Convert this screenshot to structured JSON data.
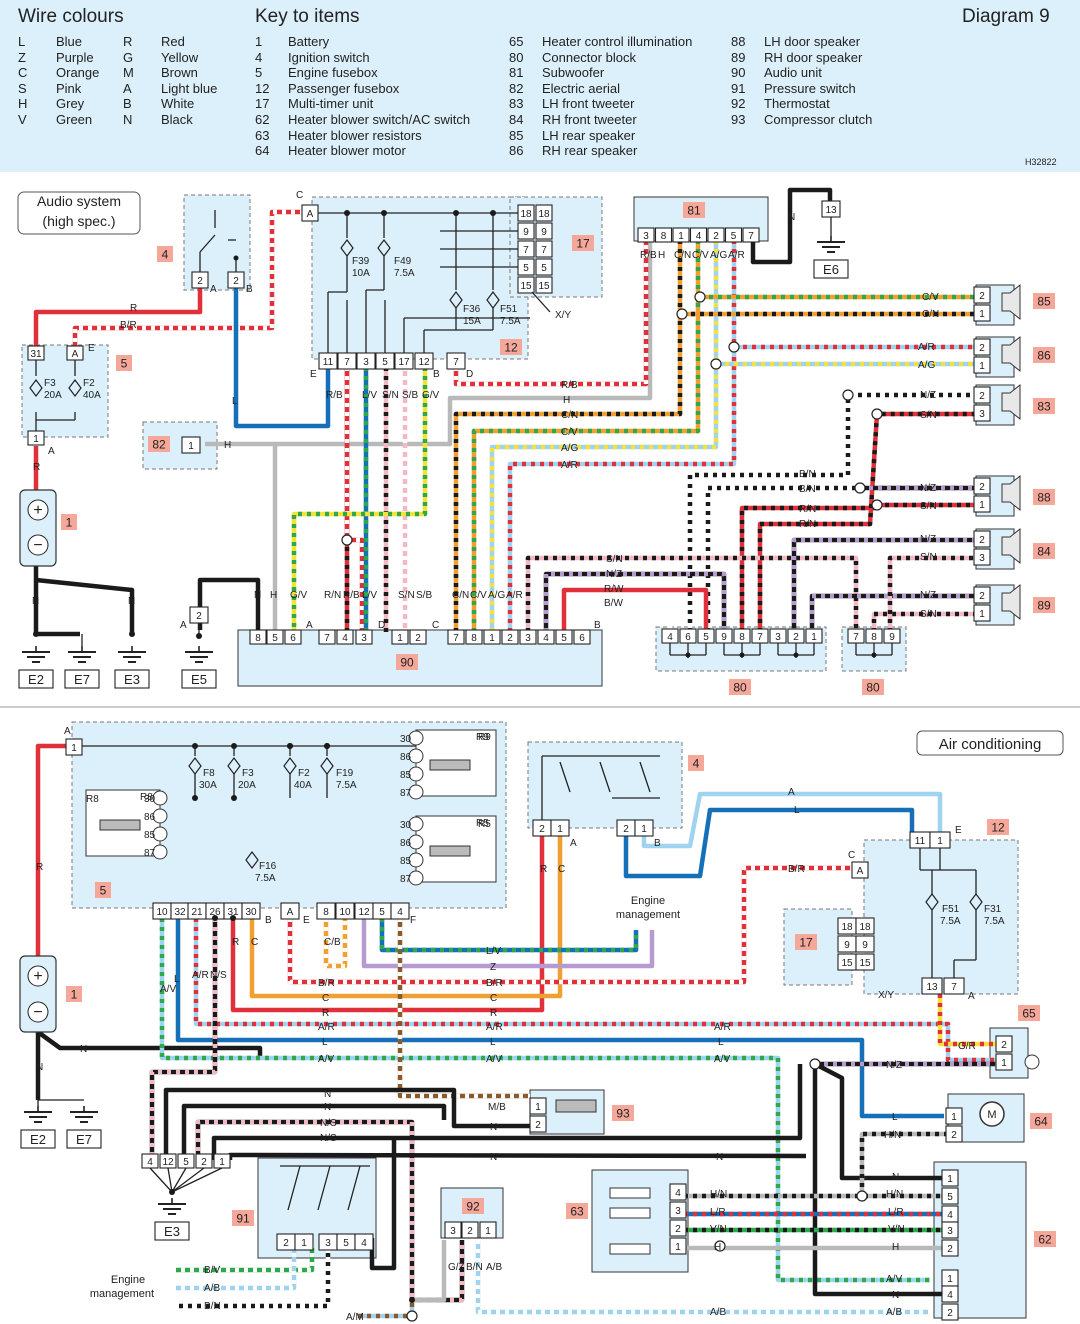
{
  "header": {
    "wire_colours_title": "Wire colours",
    "key_title": "Key to items",
    "diagram_title": "Diagram 9",
    "ref_code": "H32822",
    "wire_colours": [
      {
        "code": "L",
        "name": "Blue"
      },
      {
        "code": "R",
        "name": "Red"
      },
      {
        "code": "Z",
        "name": "Purple"
      },
      {
        "code": "G",
        "name": "Yellow"
      },
      {
        "code": "C",
        "name": "Orange"
      },
      {
        "code": "M",
        "name": "Brown"
      },
      {
        "code": "S",
        "name": "Pink"
      },
      {
        "code": "A",
        "name": "Light blue"
      },
      {
        "code": "H",
        "name": "Grey"
      },
      {
        "code": "B",
        "name": "White"
      },
      {
        "code": "V",
        "name": "Green"
      },
      {
        "code": "N",
        "name": "Black"
      }
    ],
    "key_items": [
      {
        "num": "1",
        "name": "Battery"
      },
      {
        "num": "4",
        "name": "Ignition switch"
      },
      {
        "num": "5",
        "name": "Engine fusebox"
      },
      {
        "num": "12",
        "name": "Passenger fusebox"
      },
      {
        "num": "17",
        "name": "Multi-timer unit"
      },
      {
        "num": "62",
        "name": "Heater blower switch/AC switch"
      },
      {
        "num": "63",
        "name": "Heater blower resistors"
      },
      {
        "num": "64",
        "name": "Heater blower motor"
      },
      {
        "num": "65",
        "name": "Heater control illumination"
      },
      {
        "num": "80",
        "name": "Connector block"
      },
      {
        "num": "81",
        "name": "Subwoofer"
      },
      {
        "num": "82",
        "name": "Electric aerial"
      },
      {
        "num": "83",
        "name": "LH front tweeter"
      },
      {
        "num": "84",
        "name": "RH front tweeter"
      },
      {
        "num": "85",
        "name": "LH rear speaker"
      },
      {
        "num": "86",
        "name": "RH rear speaker"
      },
      {
        "num": "88",
        "name": "LH door speaker"
      },
      {
        "num": "89",
        "name": "RH door speaker"
      },
      {
        "num": "90",
        "name": "Audio unit"
      },
      {
        "num": "91",
        "name": "Pressure switch"
      },
      {
        "num": "92",
        "name": "Thermostat"
      },
      {
        "num": "93",
        "name": "Compressor clutch"
      }
    ]
  },
  "audio": {
    "title_line1": "Audio  system",
    "title_line2": "(high  spec.)",
    "item_labels": {
      "i4": "4",
      "i5": "5",
      "i1": "1",
      "i12": "12",
      "i17": "17",
      "i81": "81",
      "i82": "82",
      "i90": "90",
      "i80a": "80",
      "i80b": "80",
      "i85": "85",
      "i86": "86",
      "i83": "83",
      "i88": "88",
      "i84": "84",
      "i89": "89"
    },
    "grounds": {
      "E2": "E2",
      "E7": "E7",
      "E3": "E3",
      "E5": "E5",
      "E6": "E6"
    },
    "fuses": {
      "F3": "F3",
      "F3a": "20A",
      "F2": "F2",
      "F2a": "40A",
      "F39": "F39",
      "F39a": "10A",
      "F49": "F49",
      "F49a": "7.5A",
      "F36": "F36",
      "F36a": "15A",
      "F51": "F51",
      "F51a": "7.5A"
    },
    "pins": {
      "fb5_a": "31",
      "fb5_b": "A",
      "fb5_c": "1",
      "ign_a": "2",
      "ign_b": "2",
      "fb12_top": "A",
      "fb12_bot": [
        "11",
        "7",
        "3",
        "5",
        "17",
        "12",
        "7"
      ],
      "mt17": [
        "18",
        "9",
        "7",
        "5",
        "15"
      ],
      "mt17b": [
        "18",
        "9",
        "7",
        "5",
        "15"
      ],
      "sub81": [
        "3",
        "8",
        "1",
        "4",
        "2",
        "5",
        "7"
      ],
      "sub81_gnd": "13",
      "aer82": "1",
      "au_left": [
        "8",
        "5",
        "6"
      ],
      "au_mid1": [
        "7",
        "4",
        "3"
      ],
      "au_mid2": [
        "1",
        "2"
      ],
      "au_right": [
        "7",
        "8",
        "1",
        "2",
        "3",
        "4",
        "5",
        "6"
      ],
      "e5pin": "2",
      "cb80": [
        "4",
        "6",
        "5",
        "9",
        "8",
        "7",
        "3",
        "2",
        "1"
      ],
      "cb80b": [
        "7",
        "8",
        "9"
      ]
    },
    "conn_letters": {
      "A1": "A",
      "B1": "B",
      "E1": "E",
      "C1": "C",
      "D1": "D",
      "E12": "E",
      "B12": "B",
      "D12": "D",
      "A90": "A",
      "B90": "B",
      "C90": "C",
      "D90": "D",
      "XY": "X/Y"
    },
    "wires": {
      "R": "R",
      "BR": "B/R",
      "RB": "R/B",
      "LV": "L/V",
      "SN": "S/N",
      "SB": "S/B",
      "GV": "G/V",
      "L": "L",
      "H": "H",
      "N": "N",
      "CN": "C/N",
      "CV": "C/V",
      "AG": "A/G",
      "AR": "A/R",
      "NZ": "N/Z",
      "BN": "B/N",
      "RN": "R/N",
      "RW": "R/W",
      "BW": "B/W"
    }
  },
  "ac": {
    "title": "Air  conditioning",
    "engine_management": "Engine\nmanagement",
    "item_labels": {
      "i1": "1",
      "i5": "5",
      "i4": "4",
      "i12": "12",
      "i17": "17",
      "i65": "65",
      "i64": "64",
      "i93": "93",
      "i63": "63",
      "i62": "62",
      "i91": "91",
      "i92": "92"
    },
    "grounds": {
      "E2": "E2",
      "E7": "E7",
      "E3": "E3"
    },
    "fuses": {
      "F8": "F8",
      "F8a": "30A",
      "F3": "F3",
      "F3a": "20A",
      "F2": "F2",
      "F2a": "40A",
      "F19": "F19",
      "F19a": "7.5A",
      "F16": "F16",
      "F16a": "7.5A",
      "F51": "F51",
      "F51a": "7.5A",
      "F31": "F31",
      "F31a": "7.5A"
    },
    "relays": {
      "R8": "R8",
      "R9": "R9",
      "R5": "R5"
    },
    "wires": {
      "R": "R",
      "N": "N",
      "AV": "A/V",
      "AR": "A/R",
      "NS": "N/S",
      "C": "C",
      "CB": "C/B",
      "BR": "B/R",
      "L": "L",
      "LV": "L/V",
      "Z": "Z",
      "A": "A",
      "GR": "G/R",
      "NZ": "N/Z",
      "MB": "M/B",
      "HN": "H/N",
      "LR": "L/R",
      "VN": "V/N",
      "H": "H",
      "AB": "A/B",
      "BV": "B/V",
      "BN": "B/N",
      "AM": "A/M",
      "GZ": "G/Z"
    }
  }
}
